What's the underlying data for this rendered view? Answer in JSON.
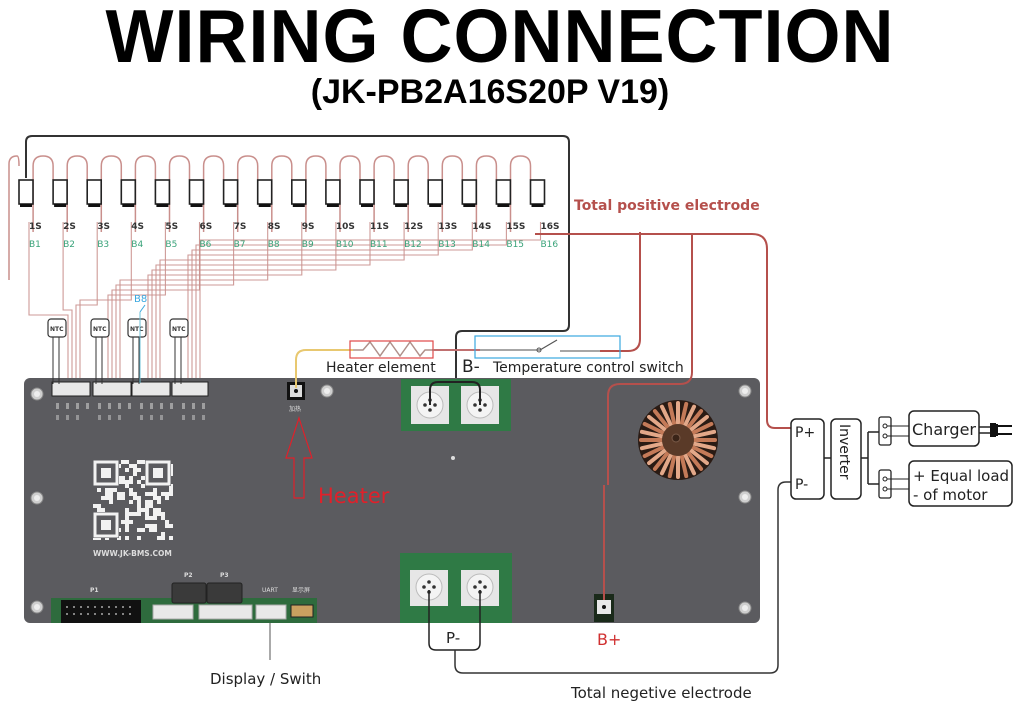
{
  "title": "WIRING CONNECTION",
  "subtitle": "(JK-PB2A16S20P V19)",
  "cells": [
    {
      "series": "1S",
      "bank": "B1"
    },
    {
      "series": "2S",
      "bank": "B2"
    },
    {
      "series": "3S",
      "bank": "B3"
    },
    {
      "series": "4S",
      "bank": "B4"
    },
    {
      "series": "5S",
      "bank": "B5"
    },
    {
      "series": "6S",
      "bank": "B6"
    },
    {
      "series": "7S",
      "bank": "B7"
    },
    {
      "series": "8S",
      "bank": "B8"
    },
    {
      "series": "9S",
      "bank": "B9"
    },
    {
      "series": "10S",
      "bank": "B10"
    },
    {
      "series": "11S",
      "bank": "B11"
    },
    {
      "series": "12S",
      "bank": "B12"
    },
    {
      "series": "13S",
      "bank": "B13"
    },
    {
      "series": "14S",
      "bank": "B14"
    },
    {
      "series": "15S",
      "bank": "B15"
    },
    {
      "series": "16S",
      "bank": "B16"
    }
  ],
  "labels": {
    "total_positive": "Total positive electrode",
    "total_negative": "Total negetive electrode",
    "heater_element": "Heater element",
    "b_minus": "B-",
    "temp_switch": "Temperature control switch",
    "heater": "Heater",
    "p_minus_terminal": "P-",
    "b_plus": "B+",
    "display_switch": "Display / Swith",
    "b8_tap": "B8",
    "website": "WWW.JK-BMS.COM",
    "p1": "P1",
    "p2": "P2",
    "p3": "P3",
    "uart": "UART",
    "heater_port": "加热",
    "display_port": "显示屏",
    "ntc": "NTC",
    "p_plus_box": "P+",
    "p_minus_box": "P-",
    "inverter": "Inverter",
    "charger": "Charger",
    "load_line1": "+ Equal load",
    "load_line2": "- of motor"
  },
  "colors": {
    "positive_wire": "#b5504c",
    "balance_wire": "#c98f8c",
    "negative_wire": "#333333",
    "bank_label": "#3aa37a",
    "heater_red": "#e0202a",
    "board": "#5a5a5e",
    "terminal_green": "#2f7a45",
    "highlight_blue": "#3aa8e0"
  }
}
